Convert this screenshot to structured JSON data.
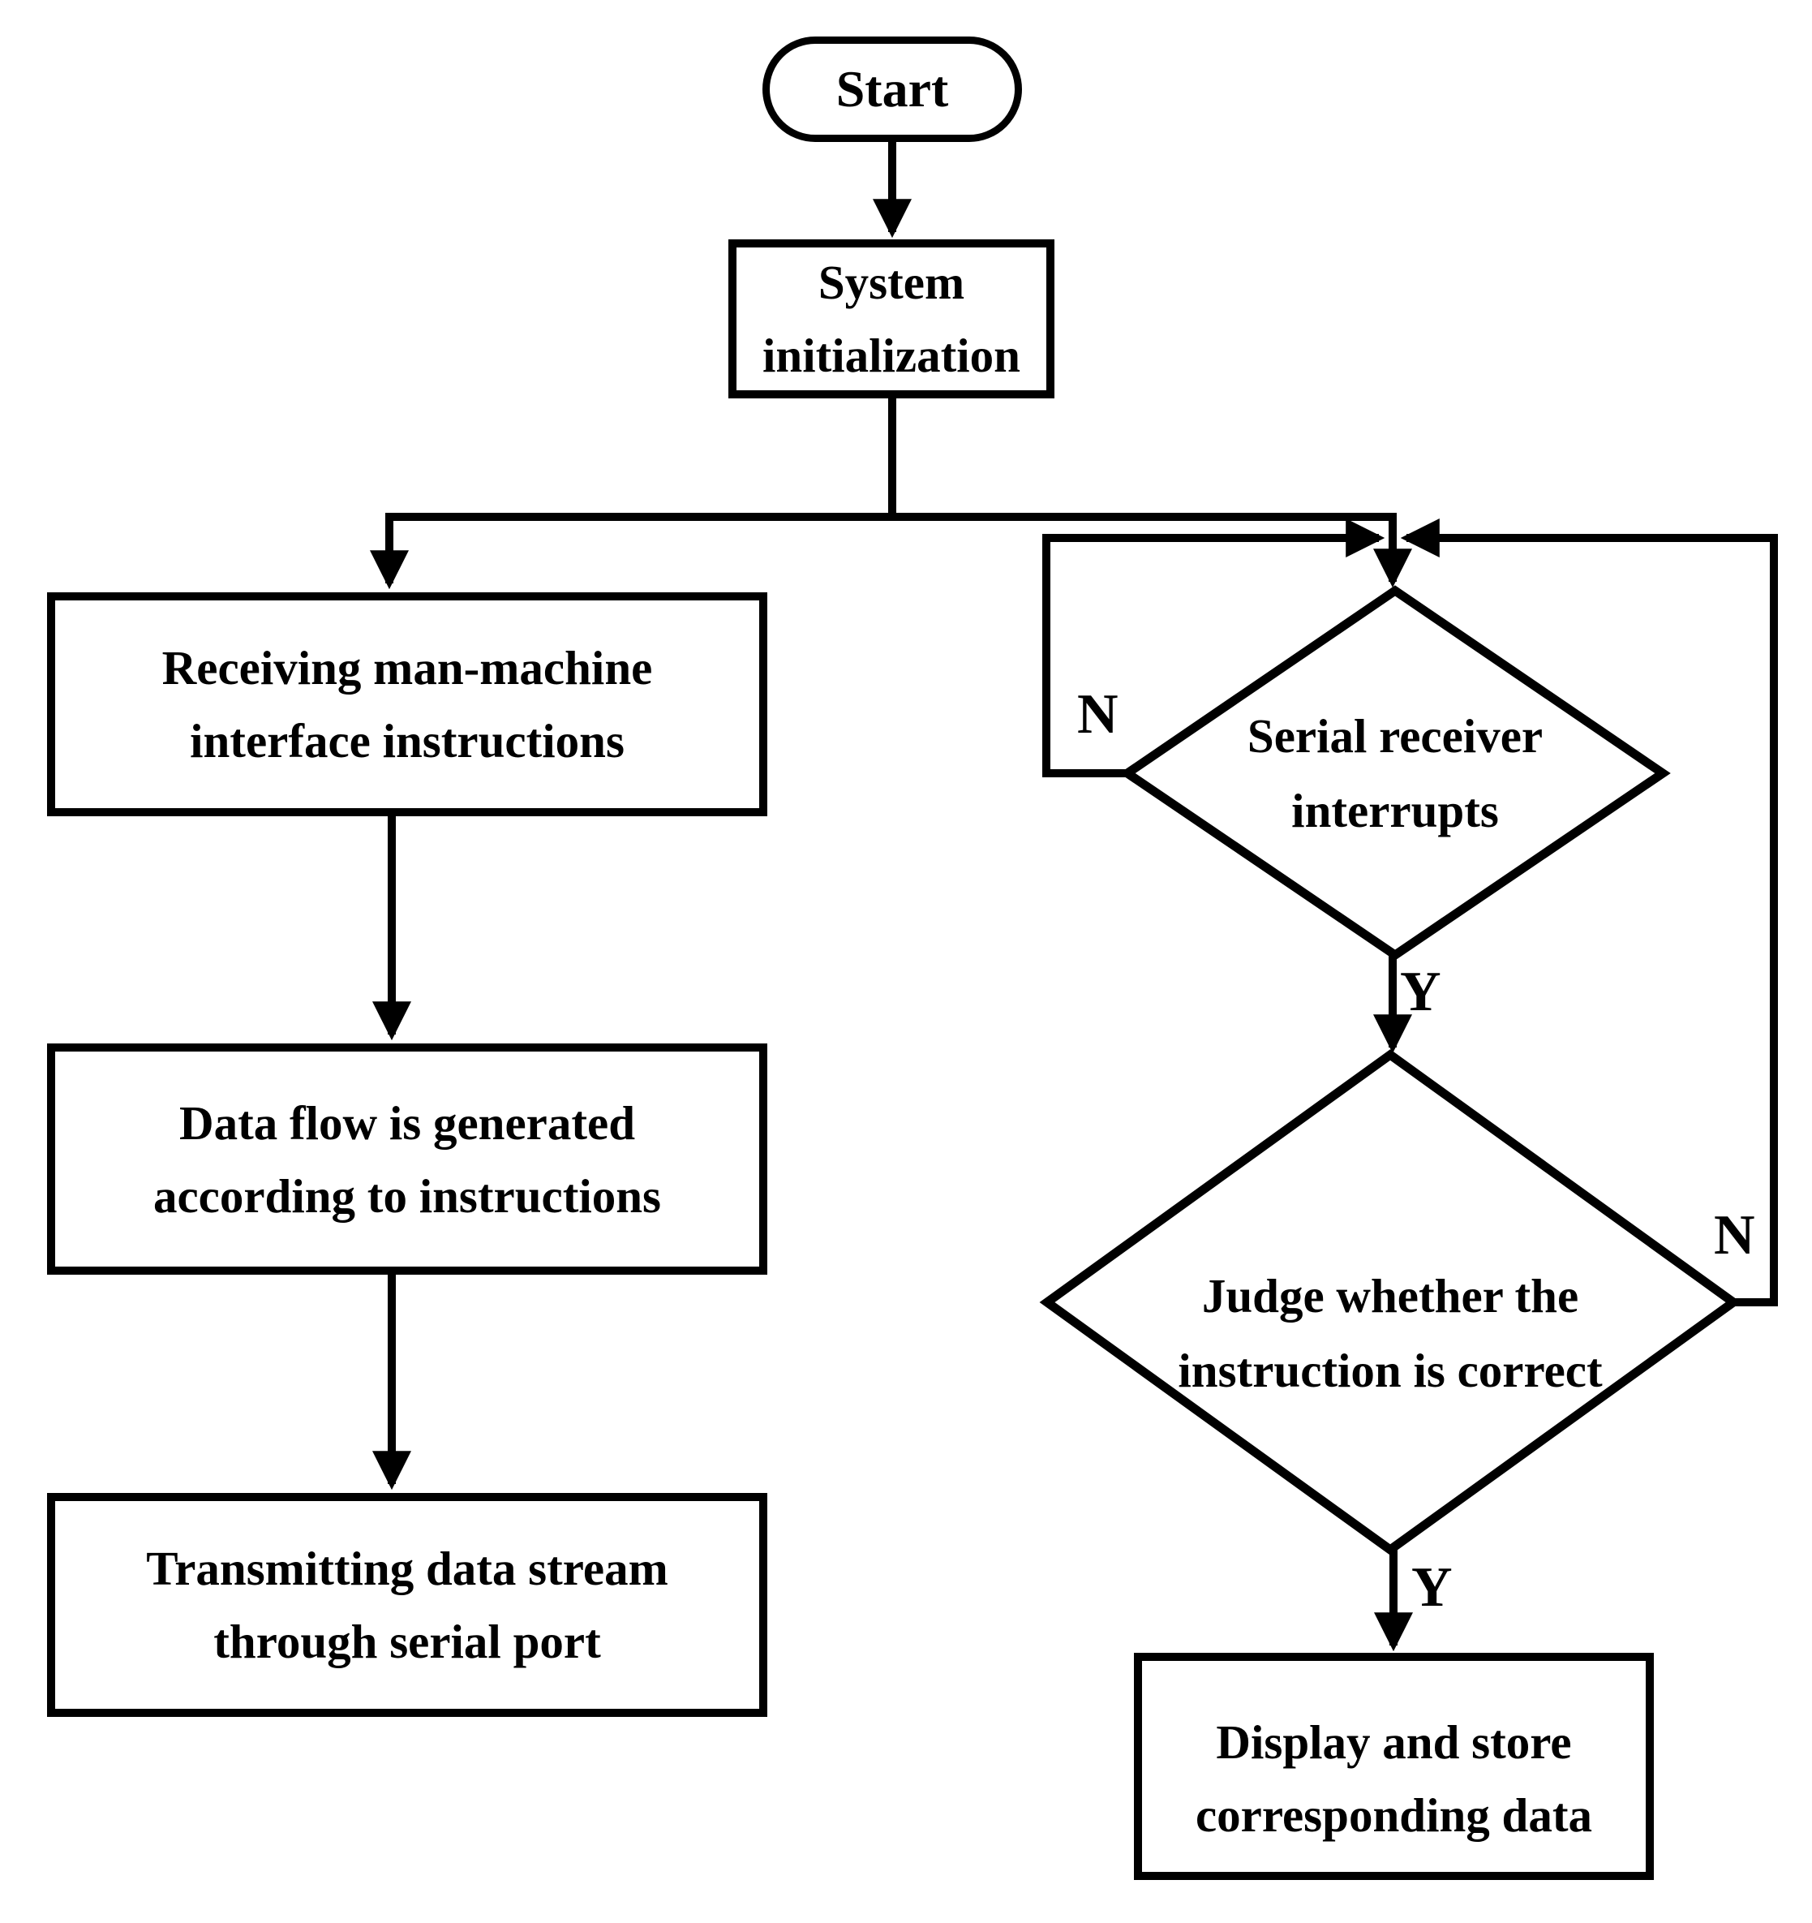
{
  "diagram": {
    "colors": {
      "stroke": "#000000",
      "background": "#ffffff",
      "text": "#000000"
    },
    "nodes": {
      "start": {
        "shape": "terminator",
        "label": "Start"
      },
      "system_init": {
        "shape": "process",
        "lines": [
          "System",
          "initialization"
        ]
      },
      "receiving": {
        "shape": "process",
        "lines": [
          "Receiving man-machine",
          "interface instructions"
        ]
      },
      "data_flow": {
        "shape": "process",
        "lines": [
          "Data flow is generated",
          "according to instructions"
        ]
      },
      "transmitting": {
        "shape": "process",
        "lines": [
          "Transmitting data stream",
          "through serial port"
        ]
      },
      "serial_interrupts": {
        "shape": "decision",
        "lines": [
          "Serial receiver",
          "interrupts"
        ]
      },
      "judge_instruction": {
        "shape": "decision",
        "lines": [
          "Judge whether the",
          "instruction is correct"
        ]
      },
      "display_store": {
        "shape": "process",
        "lines": [
          "Display and store",
          "corresponding data"
        ]
      }
    },
    "edge_labels": {
      "serial_interrupts_no": "N",
      "serial_interrupts_yes": "Y",
      "judge_no": "N",
      "judge_yes": "Y"
    }
  }
}
